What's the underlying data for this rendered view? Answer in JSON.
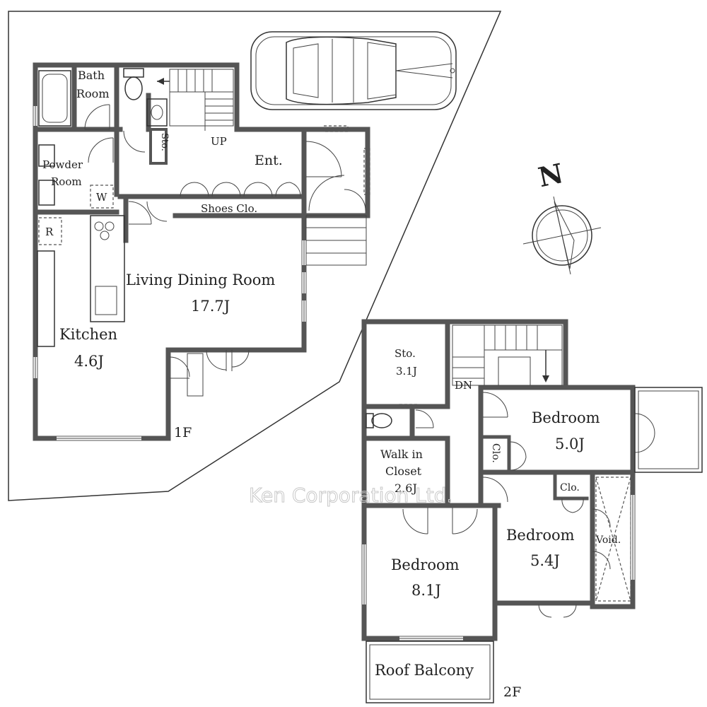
{
  "floor1": {
    "label": "1F",
    "rooms": {
      "bath_line1": "Bath",
      "bath_line2": "Room",
      "powder_line1": "Powder",
      "powder_line2": "Room",
      "washer": "W",
      "fridge": "R",
      "storage": "Sto.",
      "stairs_up": "UP",
      "entrance": "Ent.",
      "shoes_closet": "Shoes Clo.",
      "living_name": "Living Dining Room",
      "living_size": "17.7J",
      "kitchen_name": "Kitchen",
      "kitchen_size": "4.6J"
    }
  },
  "floor2": {
    "label": "2F",
    "rooms": {
      "storage_name": "Sto.",
      "storage_size": "3.1J",
      "stairs_down": "DN",
      "bedroom_ne_name": "Bedroom",
      "bedroom_ne_size": "5.0J",
      "closet_ne": "Clo.",
      "wic_line1": "Walk in",
      "wic_line2": "Closet",
      "wic_size": "2.6J",
      "closet_mid": "Clo.",
      "bedroom_mid_name": "Bedroom",
      "bedroom_mid_size": "5.4J",
      "void": "Void.",
      "bedroom_sw_name": "Bedroom",
      "bedroom_sw_size": "8.1J",
      "roof_balcony": "Roof Balcony"
    }
  },
  "compass": {
    "letter": "N"
  },
  "watermark": "Ken Corporation Ltd."
}
